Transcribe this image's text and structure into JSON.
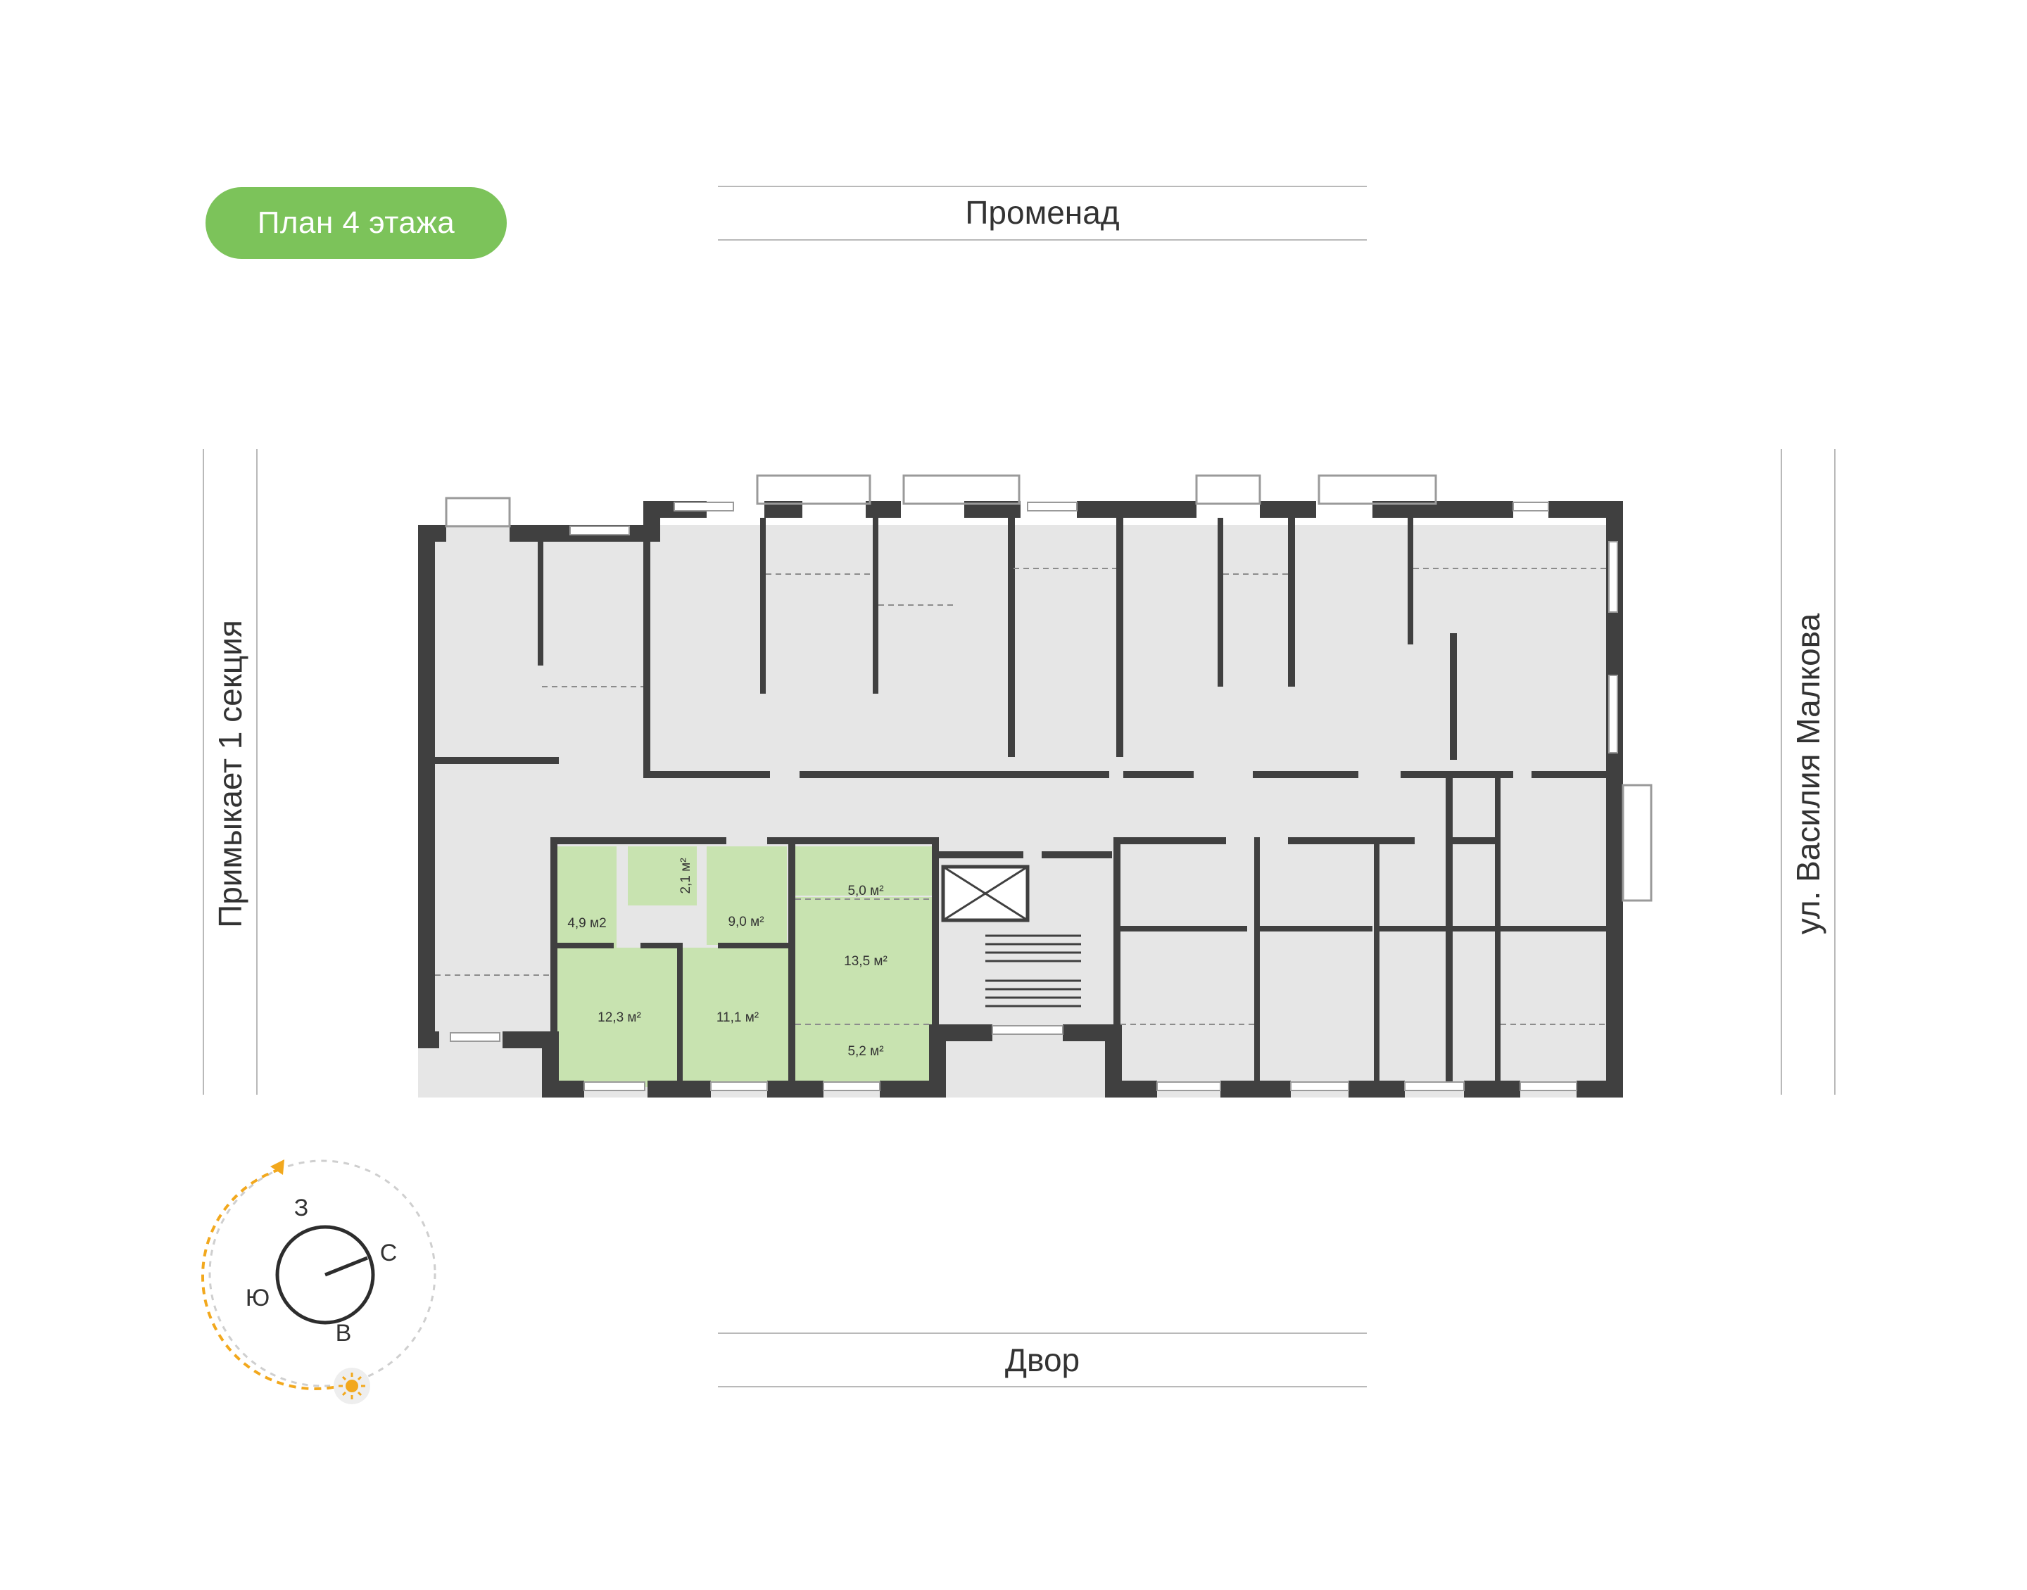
{
  "plan_title": "План 4 этажа",
  "streets": {
    "top": "Променад",
    "bottom": "Двор",
    "left": "Примыкает 1 секция",
    "right": "ул. Василия Малкова"
  },
  "compass": {
    "north": "С",
    "south": "Ю",
    "east": "В",
    "west": "З",
    "sun_icon": "sun-icon"
  },
  "apartment": {
    "rooms": [
      {
        "id": "bath",
        "area": "4,9 м2"
      },
      {
        "id": "wc",
        "area": "2,1 м²"
      },
      {
        "id": "hall",
        "area": "9,0 м²"
      },
      {
        "id": "kitchen",
        "area": "5,0 м²"
      },
      {
        "id": "living",
        "area": "13,5 м²"
      },
      {
        "id": "bedroom1",
        "area": "12,3 м²"
      },
      {
        "id": "bedroom2",
        "area": "11,1 м²"
      },
      {
        "id": "loggia",
        "area": "5,2 м²"
      }
    ]
  },
  "colors": {
    "accent": "#7cc35a",
    "highlight_room": "#c8e3b0",
    "wall": "#404040",
    "room": "#e6e6e6",
    "sun": "#f2a81d"
  }
}
